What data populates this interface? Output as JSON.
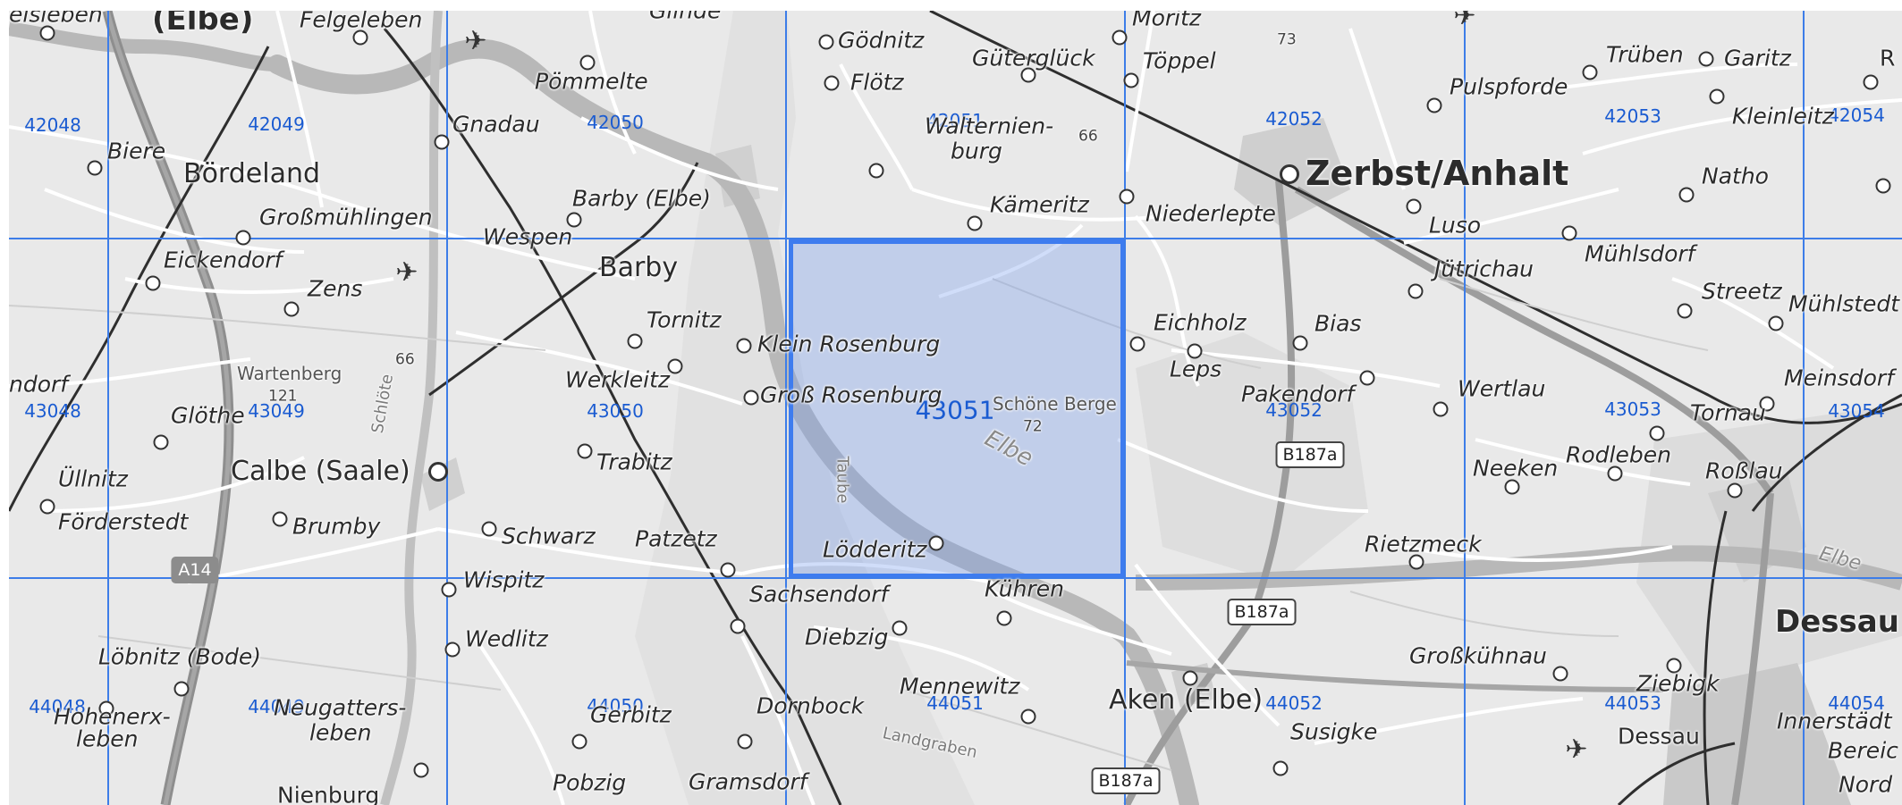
{
  "map": {
    "places": {
      "zerbst": "Zerbst/Anhalt",
      "barby": "Barby",
      "calbe": "Calbe (Saale)",
      "boerdeland": "Bördeland",
      "aken": "Aken (Elbe)",
      "dessau_big": "Dessau",
      "dessau": "Dessau",
      "nienburg": "Nienburg",
      "elbe_top": "(Elbe)",
      "felgeleben": "Felgeleben",
      "eisleben": "eisleben",
      "glinde": "Glinde",
      "goednitz": "Gödnitz",
      "gueterglueck": "Güterglück",
      "moritz": "Moritz",
      "toeppel": "Töppel",
      "floetz": "Flötz",
      "poemmelte": "Pömmelte",
      "gnadau": "Gnadau",
      "walternienburg_1": "Walternien-",
      "walternienburg_2": "burg",
      "biere": "Biere",
      "barby_elbe": "Barby (Elbe)",
      "kaemeritz": "Kämeritz",
      "niederlepte": "Niederlepte",
      "grossmuehlingen": "Großmühlingen",
      "wespen": "Wespen",
      "eickendorf": "Eickendorf",
      "zens": "Zens",
      "tornitz": "Tornitz",
      "klein_rosenburg": "Klein Rosenburg",
      "gross_rosenburg": "Groß Rosenburg",
      "werkleitz": "Werkleitz",
      "wartenberg": "Wartenberg",
      "gloethe": "Glöthe",
      "ndorf": "ndorf",
      "uellnitz": "Üllnitz",
      "foerderstedt": "Förderstedt",
      "brumby": "Brumby",
      "trabitz": "Trabitz",
      "schwarz": "Schwarz",
      "patzetz": "Patzetz",
      "loedderitz": "Lödderitz",
      "kuehren": "Kühren",
      "sachsendorf": "Sachsendorf",
      "wispitz": "Wispitz",
      "wedlitz": "Wedlitz",
      "diebzig": "Diebzig",
      "loebnitz": "Löbnitz (Bode)",
      "hohenerxleben_1": "Hohenerx-",
      "hohenerxleben_2": "leben",
      "neugattersleben_1": "Neugatters-",
      "neugattersleben_2": "leben",
      "gerbitz": "Gerbitz",
      "dornbock": "Dornbock",
      "mennewitz": "Mennewitz",
      "pobzig": "Pobzig",
      "gramsdorf": "Gramsdorf",
      "susigke": "Susigke",
      "grosskuehnau": "Großkühnau",
      "ziebigk": "Ziebigk",
      "innerstaedt_1": "Innerstädt",
      "innerstaedt_2": "Bereic",
      "innerstaedt_3": "Nord",
      "trueben": "Trüben",
      "garitz": "Garitz",
      "pulspforde": "Pulspforde",
      "kleinleitzkau": "Kleinleitz",
      "natho": "Natho",
      "luso": "Luso",
      "muehlsdorf": "Mühlsdorf",
      "juetrichau": "Jütrichau",
      "streetz": "Streetz",
      "muehlstedt": "Mühlstedt",
      "eichholz": "Eichholz",
      "bias": "Bias",
      "leps": "Leps",
      "pakendorf": "Pakendorf",
      "wertlau": "Wertlau",
      "meinsdorf": "Meinsdorf",
      "tornau": "Tornau",
      "neeken": "Neeken",
      "rodleben": "Rodleben",
      "rosslau": "Roßlau",
      "rietzmeck": "Rietzmeck",
      "schoene_berge": "Schöne Berge",
      "r_edge": "R"
    },
    "water": {
      "elbe": "Elbe",
      "elbe_east": "Elbe",
      "taube": "Taube",
      "landgraben": "Landgraben",
      "schloete": "Schlöte"
    },
    "heights": [
      "73",
      "66",
      "66",
      "121",
      "72"
    ],
    "roads": [
      "A14",
      "B187a",
      "B187a",
      "B187a"
    ],
    "grid": {
      "cells": {
        "r0c0": "42048",
        "r0c1": "42049",
        "r0c2": "42050",
        "r0c3": "42051",
        "r0c4": "42052",
        "r0c5": "42053",
        "r0c6": "42054",
        "r1c0": "43048",
        "r1c1": "43049",
        "r1c2": "43050",
        "r1c3": "43051",
        "r1c4": "43052",
        "r1c5": "43053",
        "r1c6": "43054",
        "r2c0": "44048",
        "r2c1": "44049",
        "r2c2": "44050",
        "r2c3": "44051",
        "r2c4": "44052",
        "r2c5": "44053",
        "r2c6": "44054"
      },
      "selected": "43051"
    },
    "colors": {
      "grid": "#3d7de8",
      "selected_fill": "#6e96eb",
      "cell_label": "#1a5bd1",
      "background": "#e8e8e8"
    },
    "icons": [
      "airport-icon",
      "airport-icon",
      "airport-icon",
      "airport-icon"
    ]
  }
}
